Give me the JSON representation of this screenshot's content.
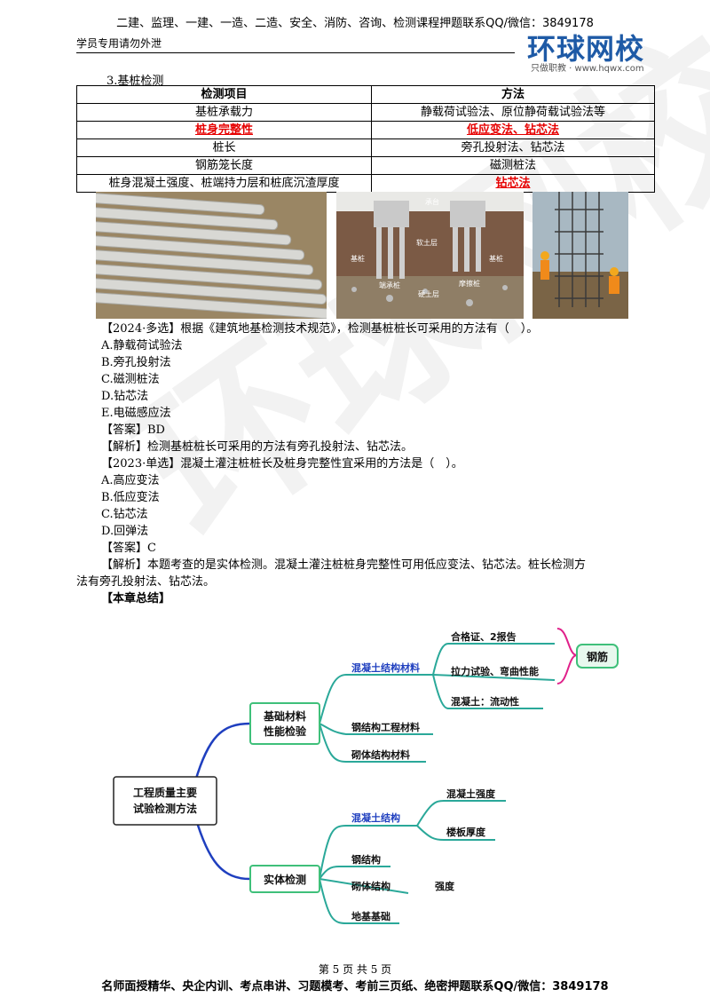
{
  "header": {
    "top_line": "二建、监理、一建、一造、二造、安全、消防、咨询、检测课程押题联系QQ/微信：3849178",
    "left": "学员专用请勿外泄",
    "logo": "环球网校",
    "logo_sub": "只做职教 · www.hqwx.com"
  },
  "section_title": "3.基桩检测",
  "table": {
    "headers": [
      "检测项目",
      "方法"
    ],
    "rows": [
      [
        "基桩承载力",
        "静载荷试验法、原位静荷载试验法等"
      ],
      [
        "桩身完整性",
        "低应变法、钻芯法"
      ],
      [
        "桩长",
        "旁孔投射法、钻芯法"
      ],
      [
        "钢筋笼长度",
        "磁测桩法"
      ],
      [
        "桩身混凝土强度、桩端持力层和桩底沉渣厚度",
        "钻芯法"
      ]
    ]
  },
  "image_labels": {
    "a": "承台",
    "b": "软土层",
    "c": "基桩",
    "d": "端承桩",
    "e": "硬土层",
    "f": "摩擦桩",
    "g": "基桩"
  },
  "watermark": "环球网校",
  "q1": {
    "stem": "【2024·多选】根据《建筑地基检测技术规范》，检测基桩桩长可采用的方法有（　）。",
    "options": [
      "A.静载荷试验法",
      "B.旁孔投射法",
      "C.磁测桩法",
      "D.钻芯法",
      "E.电磁感应法"
    ],
    "answer": "【答案】BD",
    "analysis": "【解析】检测基桩桩长可采用的方法有旁孔投射法、钻芯法。"
  },
  "q2": {
    "stem": "【2023·单选】混凝土灌注桩桩长及桩身完整性宜采用的方法是（　）。",
    "options": [
      "A.高应变法",
      "B.低应变法",
      "C.钻芯法",
      "D.回弹法"
    ],
    "answer": "【答案】C",
    "analysis_1": "【解析】本题考查的是实体检测。混凝土灌注桩桩身完整性可用低应变法、钻芯法。桩长检测方",
    "analysis_2": "法有旁孔投射法、钻芯法。"
  },
  "summary_title": "【本章总结】",
  "mindmap": {
    "root": [
      "工程质量主要",
      "试验检测方法"
    ],
    "b1": [
      "基础材料",
      "性能检验"
    ],
    "b2": "实体检测",
    "b1_items": [
      "混凝土结构材料",
      "钢结构工程材料",
      "砌体结构材料"
    ],
    "b1_sub": [
      "合格证、2报告",
      "拉力试验、弯曲性能",
      "混凝土：流动性"
    ],
    "steel": "钢筋",
    "b2_items": [
      "混凝土结构",
      "钢结构",
      "砌体结构",
      "地基基础"
    ],
    "b2_sub": [
      "混凝土强度",
      "楼板厚度"
    ],
    "strength": "强度",
    "colors": {
      "blue": "#1f3fbf",
      "teal": "#2aa899",
      "pink": "#e0208a",
      "green": "#3fc07a"
    }
  },
  "footer": {
    "page": "第 5 页 共 5 页",
    "bottom": "名师面授精华、央企内训、考点串讲、习题模考、考前三页纸、绝密押题联系QQ/微信：3849178"
  }
}
